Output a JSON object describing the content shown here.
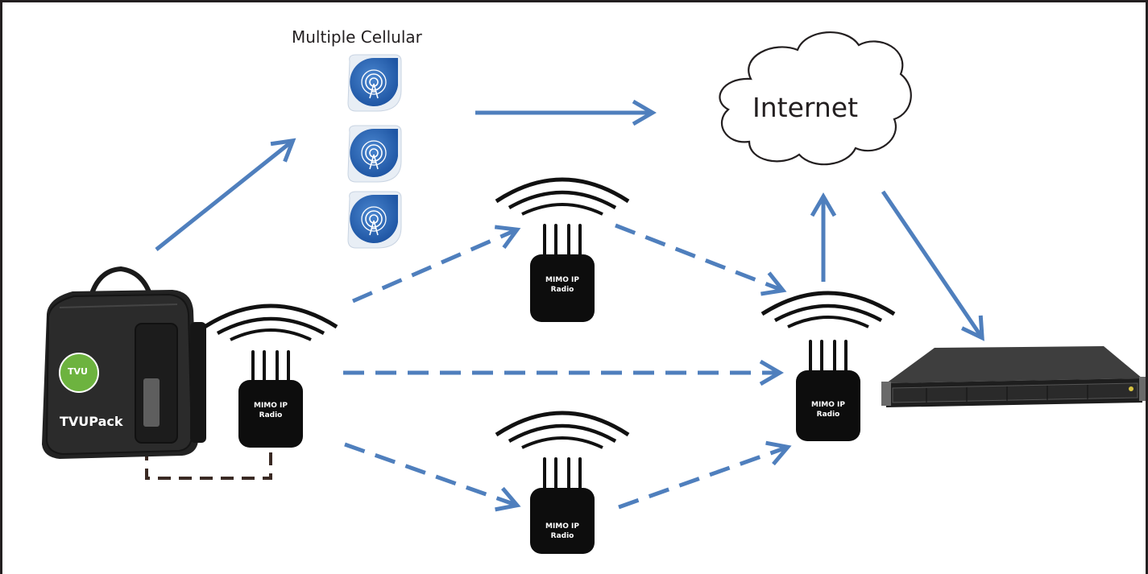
{
  "cellular": {
    "label": "Multiple Cellular",
    "icon": "cell-tower-icon",
    "count": 3
  },
  "internet": {
    "label": "Internet"
  },
  "radio": {
    "line1": "MIMO IP",
    "line2": "Radio"
  },
  "backpack": {
    "brand": "TVUPack",
    "logo": "TVU"
  },
  "colors": {
    "arrow": "#4f7fbd",
    "border": "#231f20",
    "cable": "#3a2a24",
    "device": "#0d0d0d"
  }
}
